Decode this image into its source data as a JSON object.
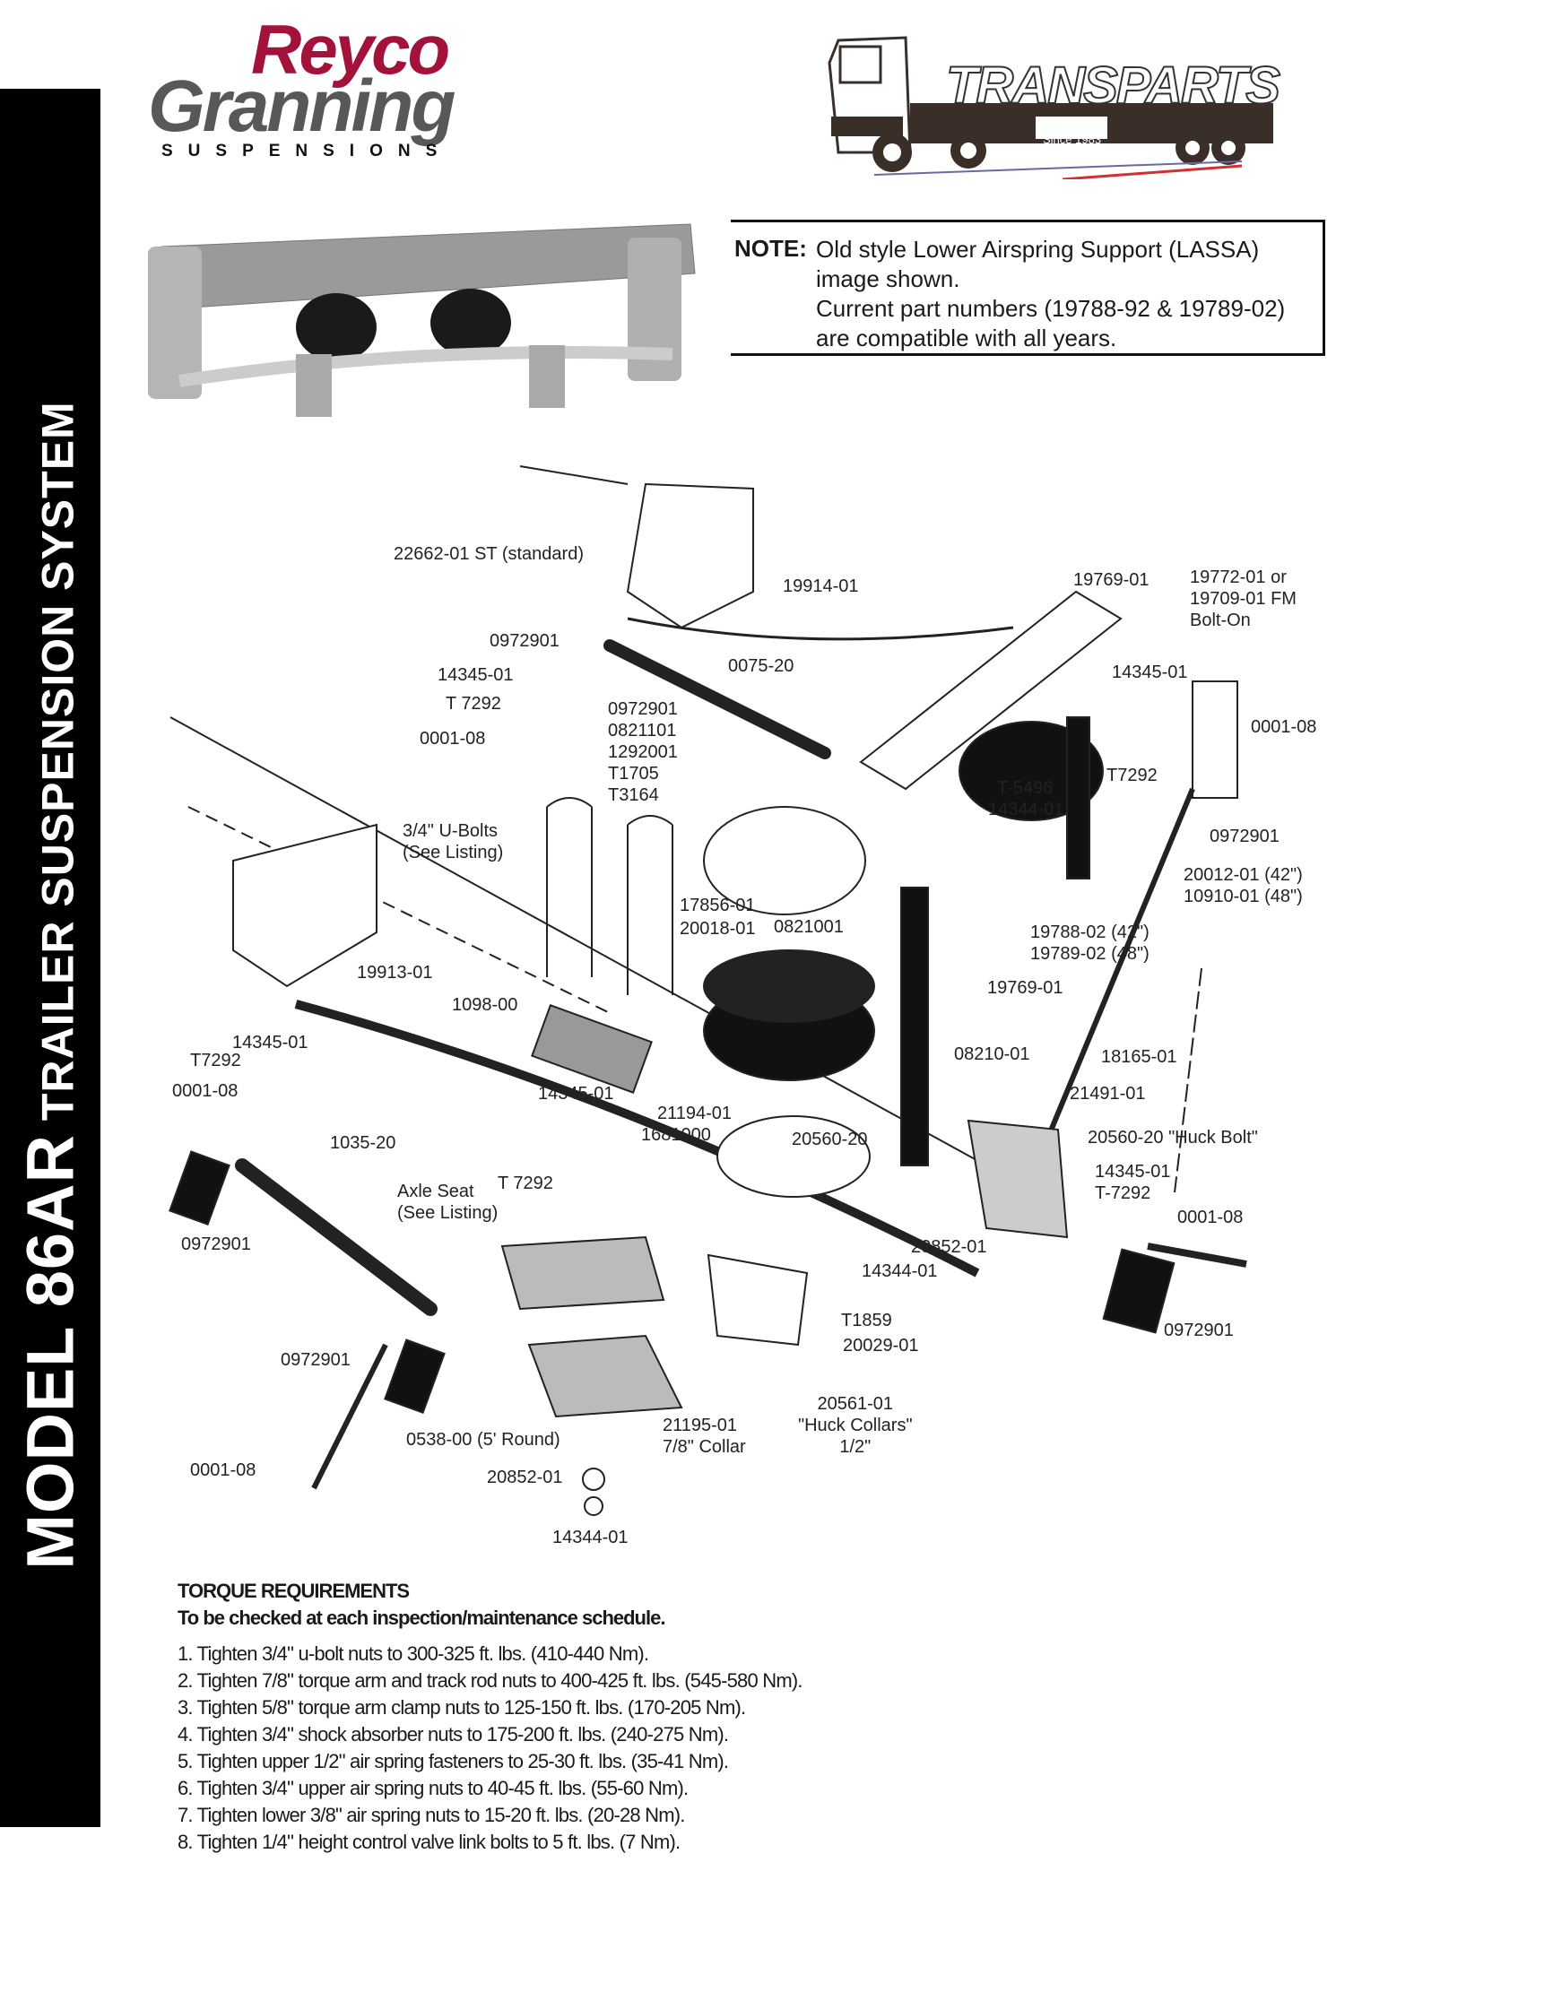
{
  "sidebar": {
    "model": "MODEL 86AR",
    "title": "TRAILER SUSPENSION SYSTEM"
  },
  "logo_reyco": {
    "line1": "Reyco",
    "line2": "Granning",
    "line3": "SUSPENSIONS"
  },
  "logo_transparts": {
    "name": "TRANSPARTS",
    "since": "Since 1983"
  },
  "note": {
    "label": "NOTE:",
    "text": "Old style Lower Airspring Support (LASSA)\nimage shown.\nCurrent part numbers (19788-92 & 19789-02)\nare compatible with all years."
  },
  "diagram": {
    "labels": [
      "22662-01 ST (standard)",
      "19914-01",
      "19769-01",
      "19772-01 or\n19709-01 FM\nBolt-On",
      "0972901",
      "14345-01",
      "0075-20",
      "T 7292",
      "0972901\n0821101\n1292001\nT1705\nT3164",
      "14345-01",
      "0001-08",
      "0001-08",
      "T7292",
      "T-5496",
      "14344-01",
      "0972901",
      "3/4\" U-Bolts\n(See Listing)",
      "20012-01 (42\")\n10910-01 (48\")",
      "17856-01",
      "20018-01",
      "0821001",
      "19788-02 (42\")\n19789-02 (48\")",
      "19769-01",
      "19913-01",
      "1098-00",
      "14345-01",
      "T7292",
      "0001-08",
      "08210-01",
      "18165-01",
      "14345-01",
      "21194-01",
      "1681000",
      "21491-01",
      "20560-20",
      "20560-20 \"Huck Bolt\"",
      "1035-20",
      "Axle Seat\n(See Listing)",
      "T 7292",
      "14345-01\nT-7292",
      "0972901",
      "0001-08",
      "20852-01",
      "14344-01",
      "0972901",
      "T1859",
      "20029-01",
      "0972901",
      "21195-01\n7/8\" Collar",
      "20561-01\n\"Huck Collars\"\n1/2\"",
      "0538-00 (5' Round)",
      "0001-08",
      "20852-01",
      "14344-01"
    ]
  },
  "torque": {
    "title": "TORQUE REQUIREMENTS",
    "subtitle": "To be checked at each inspection/maintenance schedule.",
    "items": [
      "1. Tighten 3/4\" u-bolt nuts to 300-325 ft. lbs. (410-440 Nm).",
      "2. Tighten 7/8\" torque arm and track rod nuts to 400-425 ft. lbs. (545-580 Nm).",
      "3. Tighten 5/8\" torque arm clamp nuts to 125-150 ft. lbs. (170-205 Nm).",
      "4. Tighten 3/4\" shock absorber nuts to 175-200 ft. lbs. (240-275 Nm).",
      "5. Tighten upper 1/2\" air spring fasteners to 25-30 ft. lbs. (35-41 Nm).",
      "6. Tighten 3/4\" upper air spring nuts to 40-45 ft. lbs. (55-60 Nm).",
      "7. Tighten lower 3/8\" air spring nuts to 15-20 ft. lbs. (20-28 Nm).",
      "8. Tighten 1/4\" height control valve link bolts to 5 ft. lbs. (7 Nm)."
    ]
  }
}
